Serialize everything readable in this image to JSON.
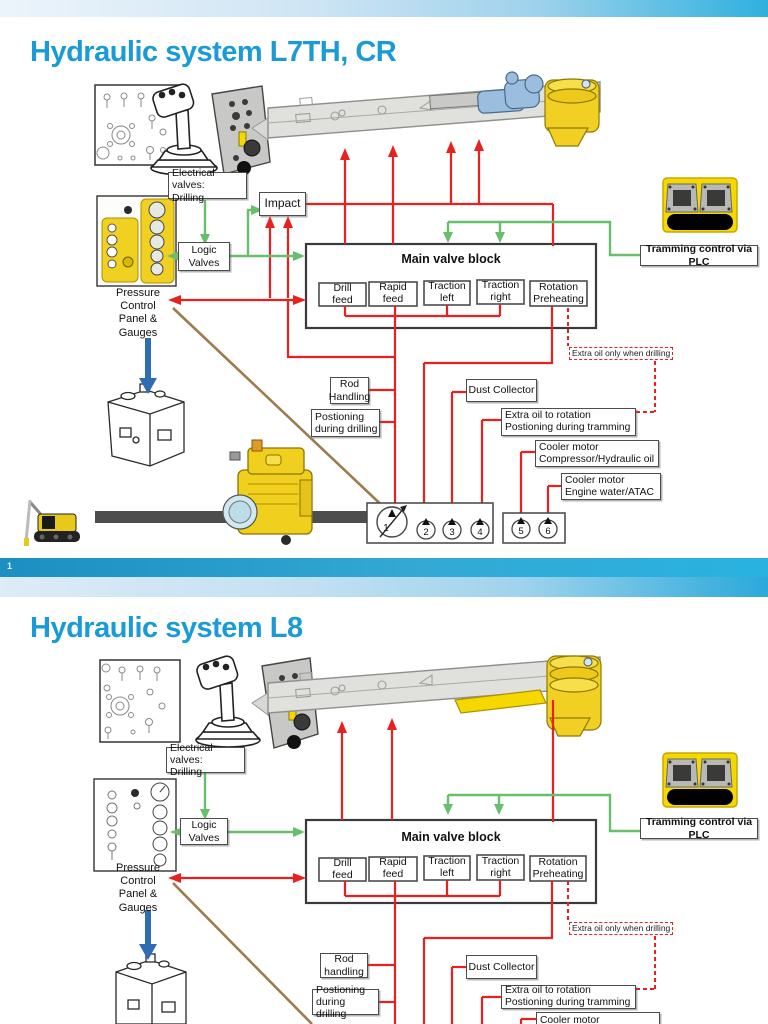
{
  "page": {
    "badge": "1"
  },
  "colors": {
    "title_blue": "#1a9bd7",
    "line_red": "#e8201f",
    "line_green": "#67bf6b",
    "arrow_blue": "#2e6db4",
    "hose_brown": "#9c7c4c",
    "machine_yellow": "#f2d023"
  },
  "slide1": {
    "title": "Hydraulic system L7TH, CR",
    "electrical_valves": "Electrical valves:\nDrilling",
    "impact": "Impact",
    "logic_valves": "Logic\nValves",
    "main_valve_block": "Main valve block",
    "valves": [
      "Drill\nfeed",
      "Rapid\nfeed",
      "Traction\nleft",
      "Traction\nright",
      "Rotation\nPreheating"
    ],
    "tramming": "Tramming control via PLC",
    "pressure_panel": "Pressure\nControl\nPanel &\nGauges",
    "extra_oil_note": "Extra oil only when drilling",
    "rod_handling": "Rod\nHandling",
    "dust_collector": "Dust Collector",
    "positioning_drilling": "Postioning\nduring drilling",
    "extra_oil_rotation": "Extra oil to rotation\nPostioning during tramming",
    "cooler_compressor": "Cooler motor\nCompressor/Hydraulic oil",
    "cooler_engine": "Cooler motor\nEngine water/ATAC",
    "pumps": [
      "1",
      "2",
      "3",
      "4",
      "5",
      "6"
    ]
  },
  "slide2": {
    "title": "Hydraulic system L8",
    "electrical_valves": "Electrical valves:\nDrilling",
    "logic_valves": "Logic\nValves",
    "main_valve_block": "Main valve block",
    "valves": [
      "Drill\nfeed",
      "Rapid\nfeed",
      "Traction\nleft",
      "Traction\nright",
      "Rotation\nPreheating"
    ],
    "tramming": "Tramming control via PLC",
    "pressure_panel": "Pressure\nControl\nPanel &\nGauges",
    "extra_oil_note": "Extra oil only when drilling",
    "rod_handling": "Rod\nhandling",
    "dust_collector": "Dust Collector",
    "positioning_drilling": "Postioning\nduring drilling",
    "extra_oil_rotation": "Extra oil to rotation\nPostioning during tramming",
    "cooler_motor": "Cooler motor"
  }
}
